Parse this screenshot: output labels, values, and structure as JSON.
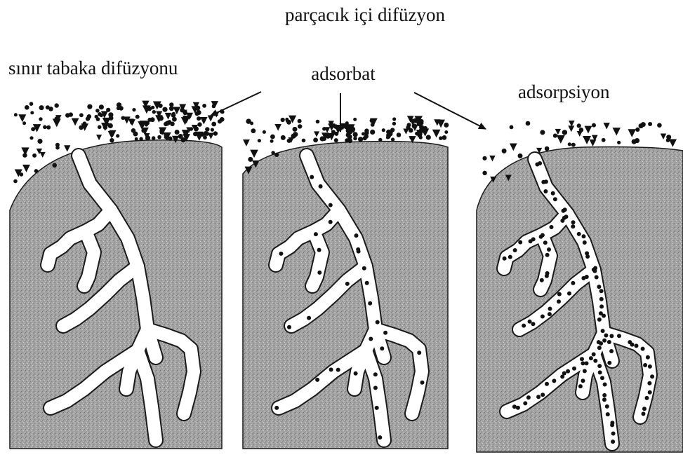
{
  "labels": {
    "intraparticle": "parçacık içi difüzyon",
    "boundary_layer": "sınır tabaka difüzyonu",
    "adsorbate": "adsorbat",
    "adsorption": "adsorpsiyon"
  },
  "colors": {
    "particle_fill": "#9a9a9a",
    "pore_fill": "#ffffff",
    "outline": "#1a1a1a",
    "dot": "#111111"
  },
  "panels": [
    {
      "name": "boundary-layer-diffusion",
      "pore_dots": "none"
    },
    {
      "name": "intraparticle-diffusion",
      "pore_dots": "partial"
    },
    {
      "name": "adsorption",
      "pore_dots": "full"
    }
  ]
}
